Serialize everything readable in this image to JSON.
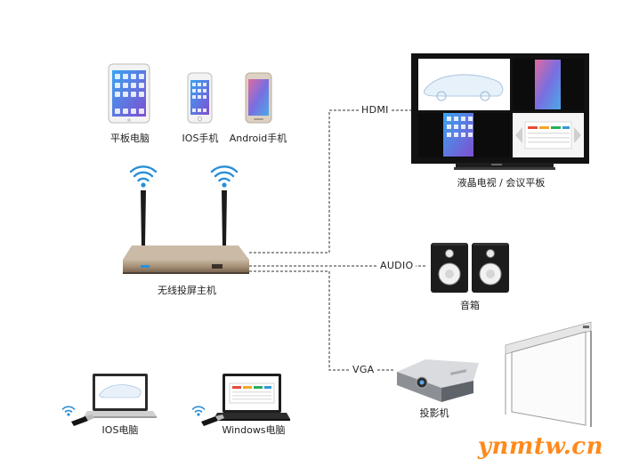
{
  "devices": {
    "tablet": "平板电脑",
    "ios_phone": "IOS手机",
    "android_phone": "Android手机",
    "host": "无线投屏主机",
    "tv": "液晶电视 / 会议平板",
    "speakers": "音箱",
    "projector": "投影机",
    "ios_laptop": "IOS电脑",
    "windows_laptop": "Windows电脑"
  },
  "connections": {
    "hdmi": "HDMI",
    "audio": "AUDIO",
    "vga": "VGA"
  },
  "watermark": "ynmtw.cn",
  "colors": {
    "wifi_blue": "#2a8fd6",
    "host_gold": "#a89278",
    "watermark_orange": "#ff8a1c"
  }
}
